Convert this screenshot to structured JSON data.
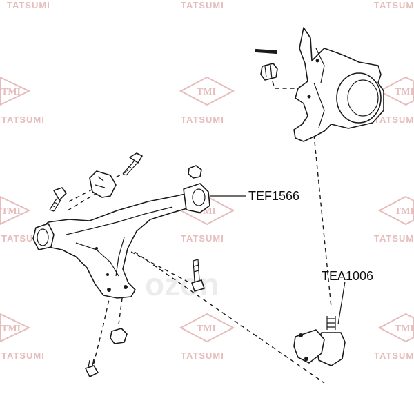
{
  "watermark": {
    "logo_text": "TMI",
    "brand_text": "TATSUMI"
  },
  "center_mark": {
    "text": "ozon",
    "icon": "ozon-watermark-icon"
  },
  "callouts": [
    {
      "id": "bushing",
      "label": "TEF1566"
    },
    {
      "id": "ball-joint",
      "label": "TEA1006"
    }
  ],
  "parts": [
    {
      "name": "steering-knuckle",
      "icon": "steering-knuckle-icon"
    },
    {
      "name": "knuckle-nut",
      "icon": "nut-icon"
    },
    {
      "name": "split-pin",
      "icon": "pin-icon"
    },
    {
      "name": "lower-control-arm",
      "icon": "control-arm-icon"
    },
    {
      "name": "rear-bushing",
      "icon": "bushing-icon"
    },
    {
      "name": "mount-bracket",
      "icon": "bracket-icon"
    },
    {
      "name": "mount-bolts",
      "icon": "bolt-icon"
    },
    {
      "name": "ball-joint",
      "icon": "ball-joint-icon"
    }
  ],
  "colors": {
    "watermark": "#e6bcbc",
    "line": "#1a1a1a",
    "background": "#ffffff"
  }
}
